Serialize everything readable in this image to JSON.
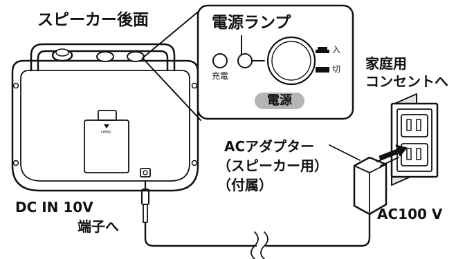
{
  "labels": {
    "speaker_rear": "スピーカー後面",
    "power_lamp": "電源ランプ",
    "charge": "充電",
    "on": "入",
    "off": "切",
    "power": "電源",
    "outlet_line1": "家庭用",
    "outlet_line2": "コンセントへ",
    "adapter_line1": "ACアダプター",
    "adapter_line2": "（スピーカー用）",
    "adapter_line3": "（付属）",
    "dc_in_line1": "DC IN 10V",
    "dc_in_line2": "端子へ",
    "ac100": "AC100 V",
    "open": "OPEN"
  }
}
